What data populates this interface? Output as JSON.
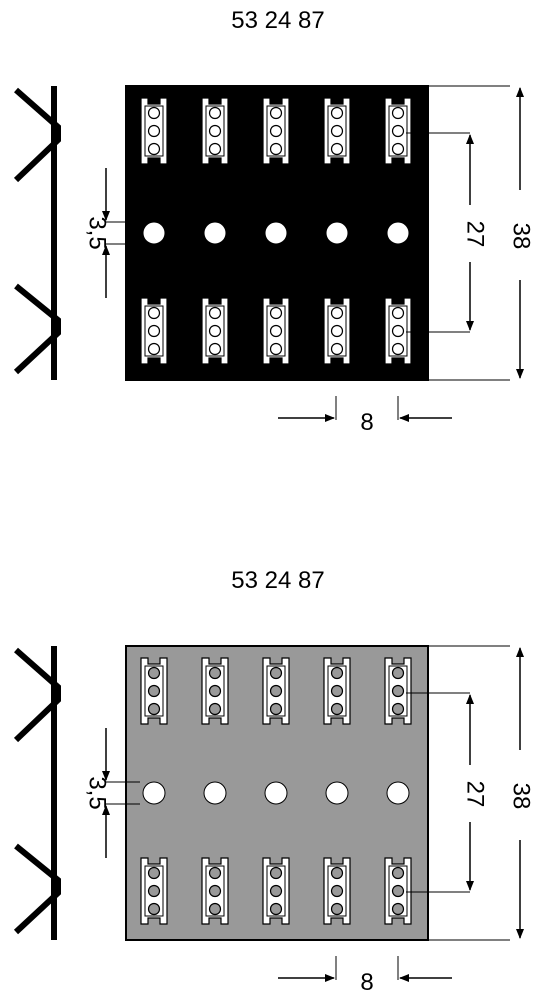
{
  "figures": [
    {
      "part_number": "53 24 87",
      "dim_total": "38",
      "dim_inner": "27",
      "dim_hole": "3,5",
      "dim_pitch": "8",
      "panel_color": "#000000",
      "panel_style": "dark"
    },
    {
      "part_number": "53 24 87",
      "dim_total": "38",
      "dim_inner": "27",
      "dim_hole": "3,5",
      "dim_pitch": "8",
      "panel_color": "#999999",
      "panel_style": "light"
    }
  ]
}
